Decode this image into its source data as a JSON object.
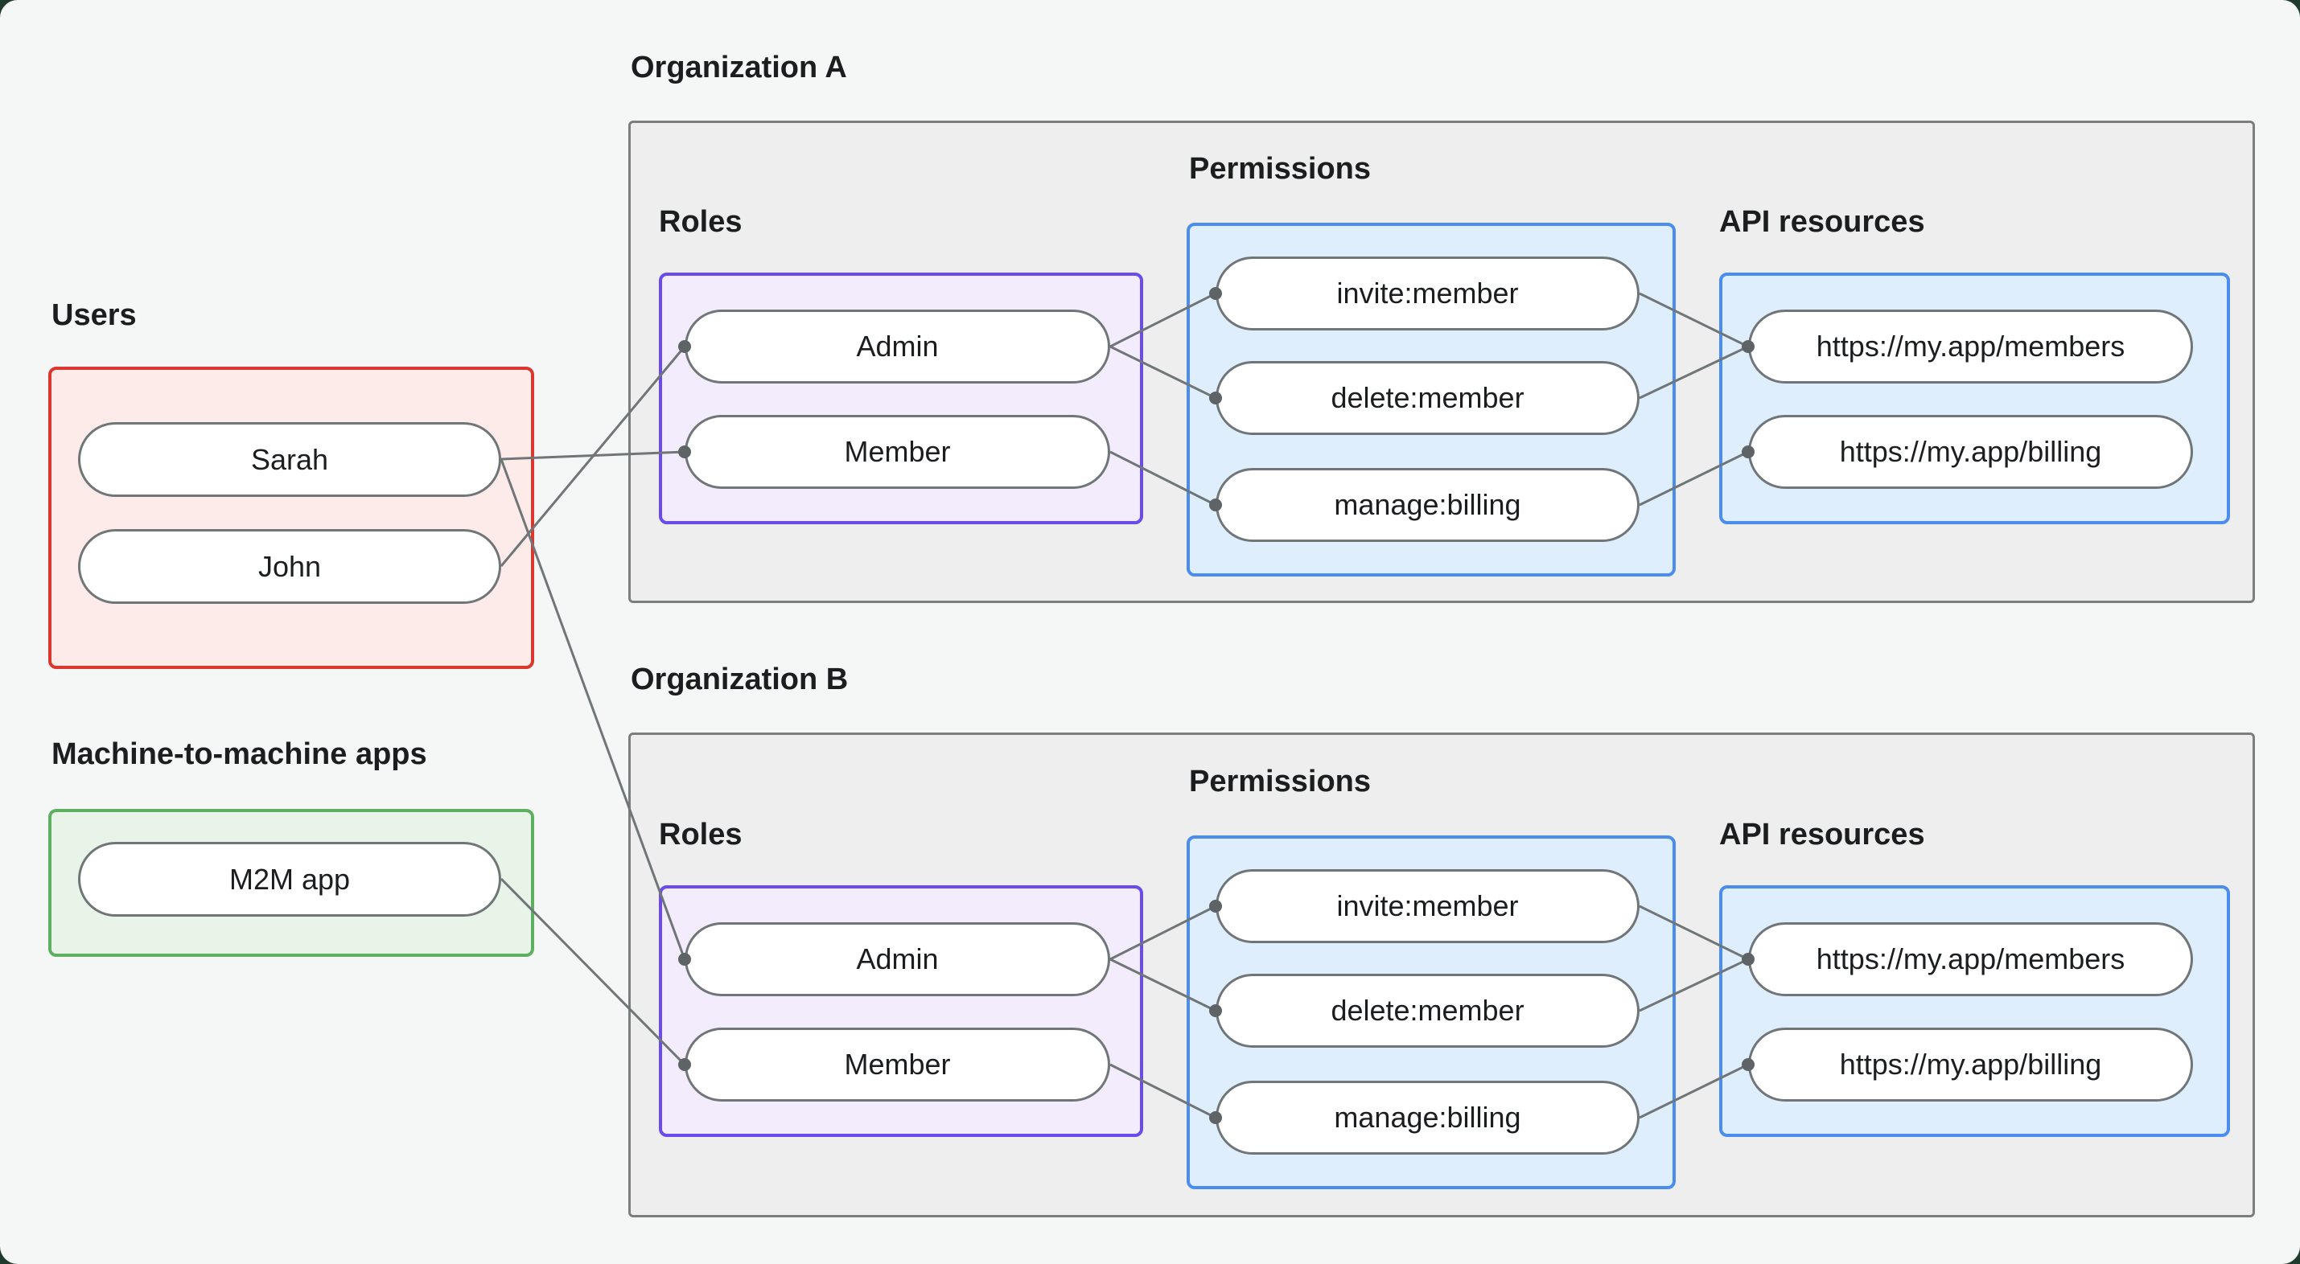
{
  "users": {
    "label": "Users",
    "items": [
      "Sarah",
      "John"
    ]
  },
  "m2m": {
    "label": "Machine-to-machine apps",
    "items": [
      "M2M app"
    ]
  },
  "orgs": [
    {
      "title": "Organization A",
      "roles_label": "Roles",
      "roles": [
        "Admin",
        "Member"
      ],
      "permissions_label": "Permissions",
      "permissions": [
        "invite:member",
        "delete:member",
        "manage:billing"
      ],
      "api_label": "API resources",
      "api_resources": [
        "https://my.app/members",
        "https://my.app/billing"
      ]
    },
    {
      "title": "Organization B",
      "roles_label": "Roles",
      "roles": [
        "Admin",
        "Member"
      ],
      "permissions_label": "Permissions",
      "permissions": [
        "invite:member",
        "delete:member",
        "manage:billing"
      ],
      "api_label": "API resources",
      "api_resources": [
        "https://my.app/members",
        "https://my.app/billing"
      ]
    }
  ],
  "edges": [
    {
      "from": "Sarah",
      "to": "Organization A / Member"
    },
    {
      "from": "John",
      "to": "Organization A / Admin"
    },
    {
      "from": "Sarah",
      "to": "Organization B / Admin"
    },
    {
      "from": "M2M app",
      "to": "Organization B / Member"
    },
    {
      "from": "Organization A / Admin",
      "to": "Organization A / invite:member"
    },
    {
      "from": "Organization A / Admin",
      "to": "Organization A / delete:member"
    },
    {
      "from": "Organization A / Member",
      "to": "Organization A / manage:billing"
    },
    {
      "from": "Organization A / invite:member",
      "to": "Organization A / https://my.app/members"
    },
    {
      "from": "Organization A / delete:member",
      "to": "Organization A / https://my.app/members"
    },
    {
      "from": "Organization A / manage:billing",
      "to": "Organization A / https://my.app/billing"
    },
    {
      "from": "Organization B / Admin",
      "to": "Organization B / invite:member"
    },
    {
      "from": "Organization B / Admin",
      "to": "Organization B / delete:member"
    },
    {
      "from": "Organization B / Member",
      "to": "Organization B / manage:billing"
    },
    {
      "from": "Organization B / invite:member",
      "to": "Organization B / https://my.app/members"
    },
    {
      "from": "Organization B / delete:member",
      "to": "Organization B / https://my.app/members"
    },
    {
      "from": "Organization B / manage:billing",
      "to": "Organization B / https://my.app/billing"
    }
  ],
  "colors": {
    "page_bg": "#F5F7F6",
    "outside_bg": "#1E3B2E",
    "org_fill": "#EDEEED",
    "org_border": "#7A7E7E",
    "users_fill": "#FCEBE9",
    "users_border": "#DA382F",
    "m2m_fill": "#E8F4E7",
    "m2m_border": "#5FAF63",
    "roles_fill": "#F2ECFD",
    "roles_border": "#6B4AEE",
    "permissions_fill": "#DFEEFC",
    "permissions_border": "#4A8DEF",
    "pill_fill": "#FFFFFF",
    "pill_border": "#707577",
    "edge_line": "#707577",
    "text": "#1B1D1F"
  }
}
